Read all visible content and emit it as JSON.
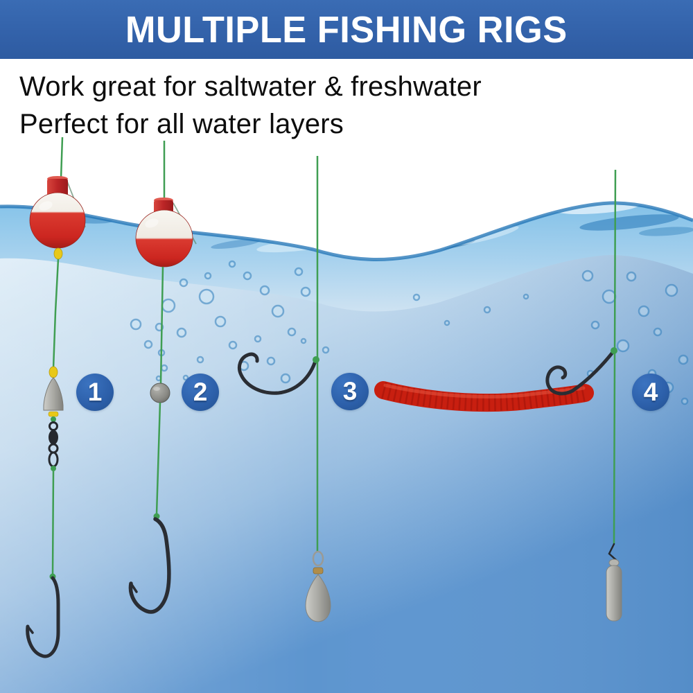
{
  "banner": {
    "title": "MULTIPLE FISHING RIGS",
    "bg_color": "#3362aa",
    "text_color": "#ffffff"
  },
  "subtitle": {
    "line1": "Work great for saltwater & freshwater",
    "line2": "Perfect for all water layers",
    "text_color": "#0d0d0d"
  },
  "badges": {
    "bg_color": "#2c5fa9",
    "text_color": "#ffffff"
  },
  "rigs": [
    {
      "number": "1",
      "label": "bobber-bullet-sinker-swivel-hook-rig"
    },
    {
      "number": "2",
      "label": "bobber-split-shot-hook-rig"
    },
    {
      "number": "3",
      "label": "drop-shot-hook-teardrop-sinker-rig"
    },
    {
      "number": "4",
      "label": "soft-plastic-worm-pencil-sinker-rig"
    }
  ],
  "colors": {
    "line_green": "#3f9e52",
    "bobber_red": "#cf2a22",
    "worm_red": "#c81f10",
    "sinker_gray": "#a9a9a4",
    "water_deep": "#5d95cf",
    "wave_blue": "#8ec9ea"
  }
}
